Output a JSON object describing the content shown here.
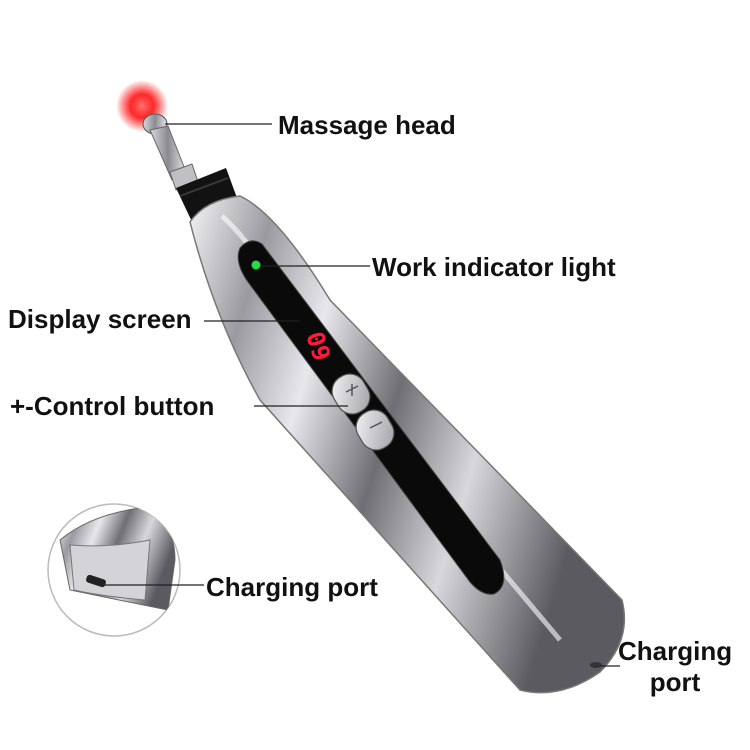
{
  "labels": {
    "massage_head": "Massage head",
    "work_indicator": "Work indicator light",
    "display_screen": "Display screen",
    "control_button": "+-Control button",
    "charging_port_inset": "Charging port",
    "charging_port_bottom_line1": "Charging",
    "charging_port_bottom_line2": "port"
  },
  "display": {
    "digits": "09",
    "color": "#ff1a3a"
  },
  "colors": {
    "led_red": "#ff2020",
    "indicator_green": "#22dd44",
    "body_silver": "#c8c8cc",
    "panel_black": "#0a0a0a"
  }
}
